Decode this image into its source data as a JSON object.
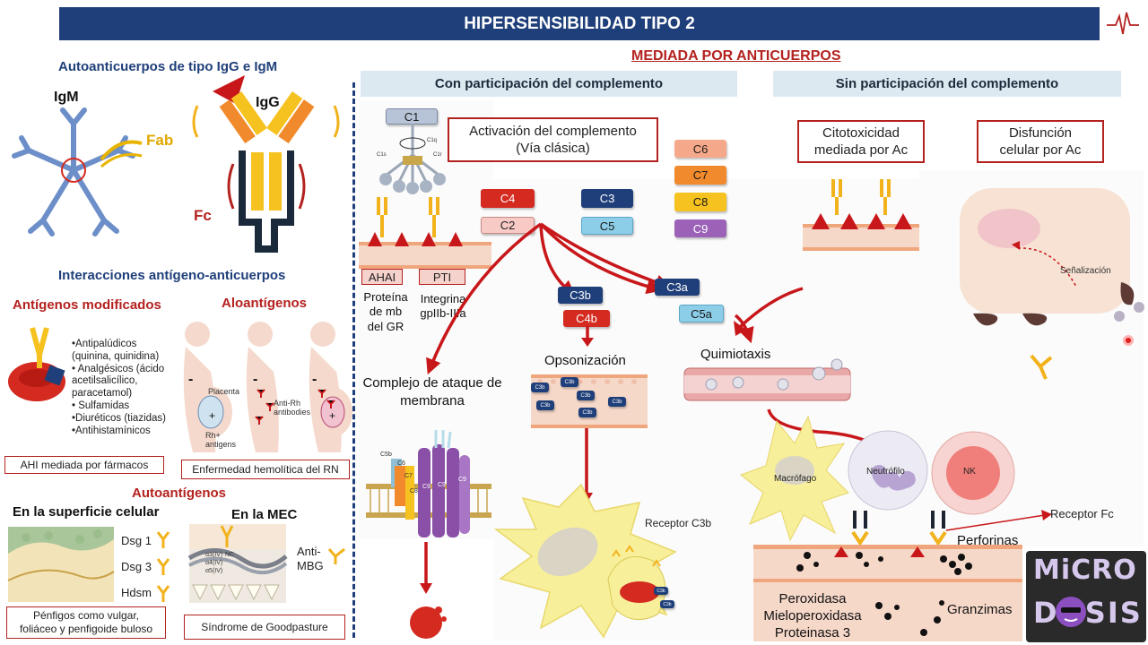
{
  "title": "HIPERSENSIBILIDAD TIPO 2",
  "left": {
    "autoanticuerpos_title": "Autoanticuerpos de tipo IgG e IgM",
    "igm_label": "IgM",
    "igg_label": "IgG",
    "fab_label": "Fab",
    "fc_label": "Fc",
    "interacciones_title": "Interacciones antígeno-anticuerpos",
    "antigenos_modificados": "Antígenos modificados",
    "aloantigenos": "Aloantígenos",
    "drugs": [
      "•Antipalúdicos",
      "(quinina, quinidina)",
      "• Analgésicos (ácido",
      "acetilsalicílico,",
      "paracetamol)",
      "• Sulfamidas",
      "•Diuréticos (tiazidas)",
      "•Antihistamínicos"
    ],
    "placenta_label": "Placenta",
    "rh_antigens_label": "Rh+ antigens",
    "anti_rh_label": "Anti-Rh antibodies",
    "ahi_farmacos": "AHI mediada por fármacos",
    "enfermedad_rn": "Enfermedad hemolítica del RN",
    "autoantigenos": "Autoantígenos",
    "superficie_celular": "En la superficie celular",
    "en_la_mec": "En la MEC",
    "dsg1": "Dsg 1",
    "dsg3": "Dsg 3",
    "hdsm": "Hdsm",
    "anti_mbg": "Anti-\nMBG",
    "mec_chains": [
      "α3(IV)",
      "α4(IV)",
      "α5(IV)",
      "NC"
    ],
    "penfigos": "Pénfigos como vulgar,\nfoliáceo y penfigoide buloso",
    "goodpasture": "Síndrome de Goodpasture"
  },
  "main": {
    "mediada": "MEDIADA POR ANTICUERPOS",
    "con_complemento": "Con participación del complemento",
    "sin_complemento": "Sin participación del complemento",
    "c1_label": "C1",
    "c1_subunits": [
      "C1q",
      "C1s",
      "C1r"
    ],
    "activacion": "Activación del complemento\n(Vía clásica)",
    "ahai": "AHAI",
    "pti": "PTI",
    "proteina_mb": "Proteína\nde mb\ndel GR",
    "integrina": "Integrina\ngpIIb-IIIa",
    "complement": {
      "c4": "C4",
      "c2": "C2",
      "c3": "C3",
      "c5": "C5",
      "c6": "C6",
      "c7": "C7",
      "c8": "C8",
      "c9": "C9",
      "c3b": "C3b",
      "c4b": "C4b",
      "c3a": "C3a",
      "c5a": "C5a"
    },
    "complejo_ataque": "Complejo de ataque de\nmembrana",
    "mac_labels": [
      "C5b",
      "C6",
      "C7",
      "C8",
      "C9",
      "C9",
      "C9"
    ],
    "opsonizacion": "Opsonización",
    "opsonin_tags": [
      "C3b",
      "C3b",
      "C3b",
      "C3b",
      "C3b",
      "C3b"
    ],
    "receptor_c3b": "Receptor C3b",
    "quimiotaxis": "Quimiotaxis",
    "citotoxicidad": "Citotoxicidad\nmediada por Ac",
    "disfuncion": "Disfunción\ncelular por Ac",
    "senalizacion": "Señalización",
    "macrofago": "Macrófago",
    "neutrofilo": "Neutrófilo",
    "nk": "NK",
    "receptor_fc": "Receptor Fc",
    "perforinas": "Perforinas",
    "granzimas": "Granzimas",
    "enzymes": [
      "Peroxidasa",
      "Mieloperoxidasa",
      "Proteinasa 3"
    ]
  },
  "brand": {
    "line1": "MiCRO",
    "line2": "DOSIS"
  },
  "colors": {
    "navy": "#1f3f7a",
    "red": "#b3221f",
    "light_blue_band": "#dde9f1",
    "antibody_yellow": "#f6c21f",
    "antibody_orange": "#f08a2c"
  }
}
